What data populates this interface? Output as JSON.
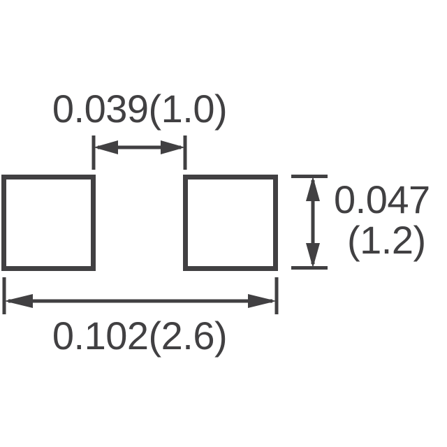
{
  "drawing": {
    "title": "SMD land pattern dimensional drawing",
    "background_color": "#ffffff",
    "line_color": "#414042",
    "pad_fill_color": "#ffffff",
    "dimensions": {
      "gap": {
        "label": "0.039(1.0)",
        "inches": "0.039",
        "millimeters": "1.0",
        "orientation": "horizontal",
        "position": "top"
      },
      "height": {
        "label_line1": "0.047",
        "label_line2": "(1.2)",
        "inches": "0.047",
        "millimeters": "1.2",
        "orientation": "vertical",
        "position": "right"
      },
      "overall_length": {
        "label": "0.102(2.6)",
        "inches": "0.102",
        "millimeters": "2.6",
        "orientation": "horizontal",
        "position": "bottom"
      }
    },
    "pads": [
      {
        "name": "left-pad"
      },
      {
        "name": "right-pad"
      }
    ]
  }
}
